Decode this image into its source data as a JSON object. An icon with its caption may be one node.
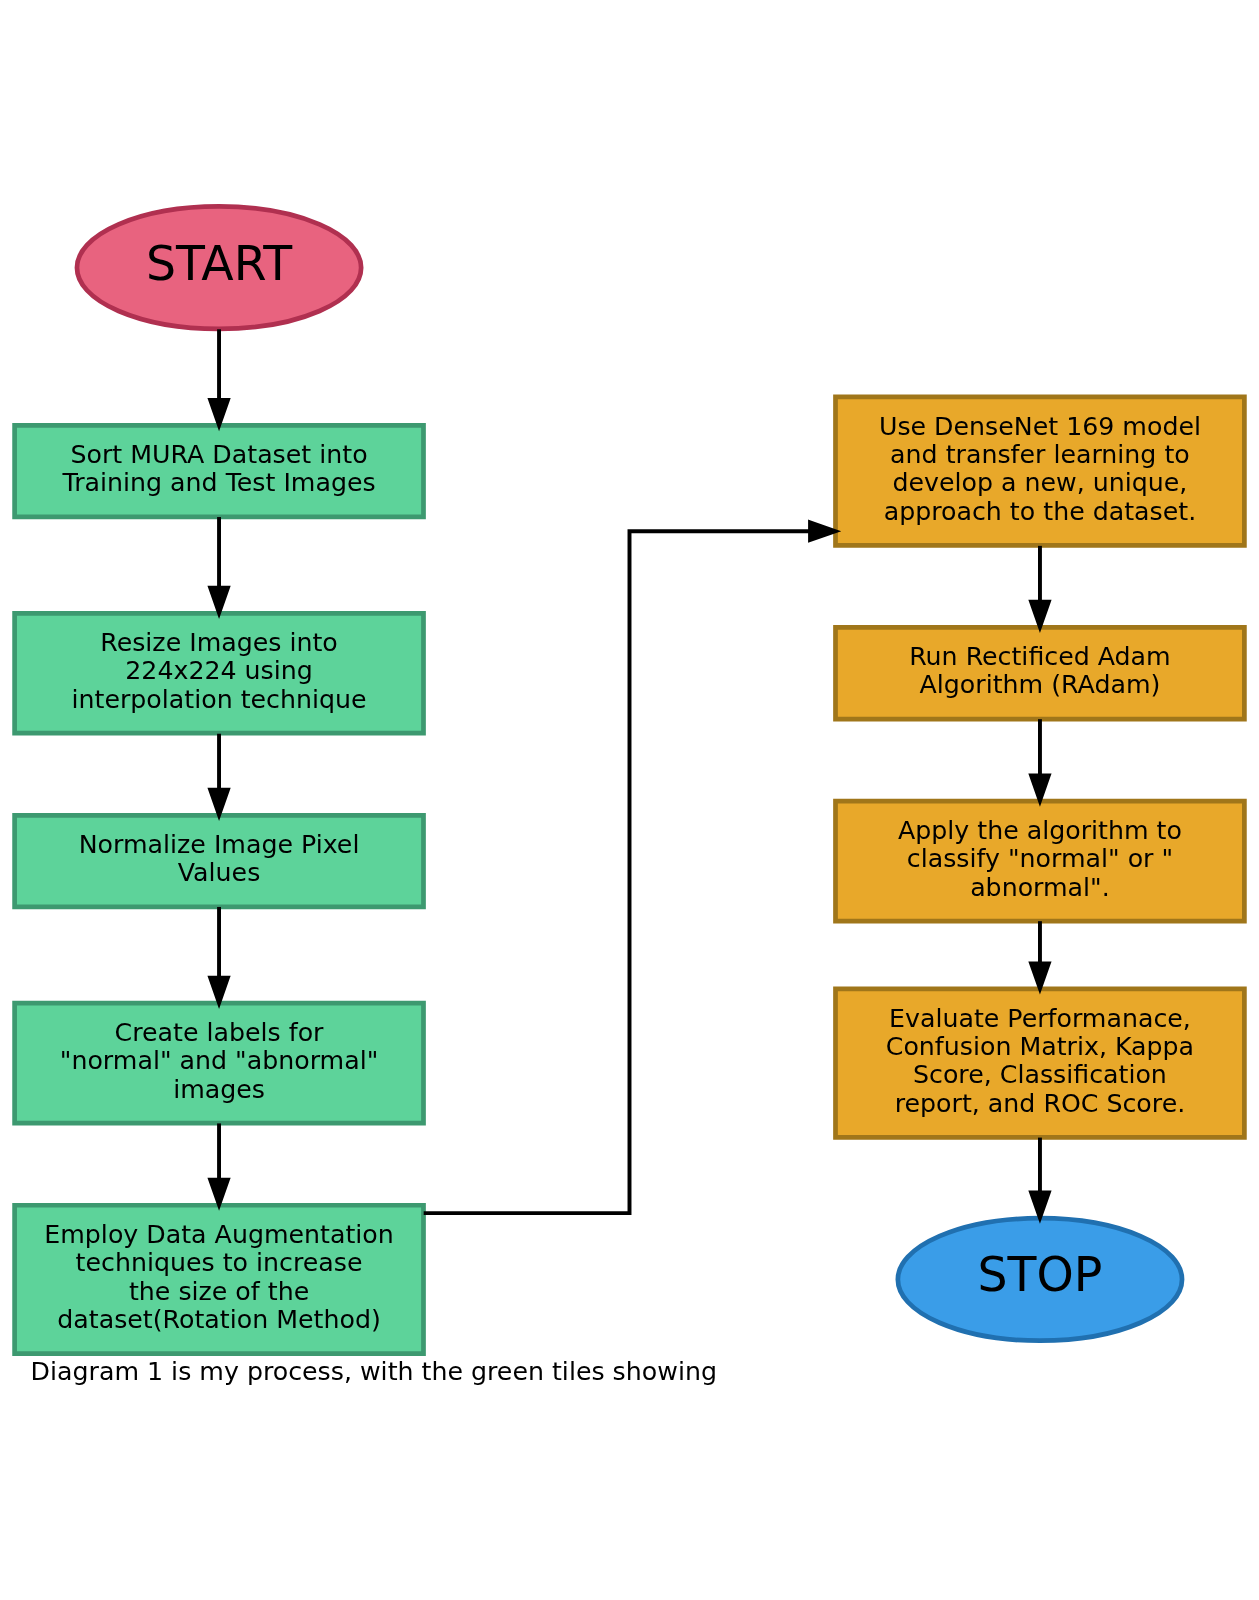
{
  "diagram": {
    "caption": "Diagram 1 is my process, with the green tiles showing",
    "nodes": [
      {
        "text": [
          "START"
        ]
      },
      {
        "text": [
          "Sort MURA Dataset into Training and Test Images"
        ]
      },
      {
        "text": [
          "Resize Images into 224x224 using interpolation technique"
        ]
      },
      {
        "text": [
          "Normalize Image Pixel Values"
        ]
      },
      {
        "text": [
          "Create labels for \"normal\" and \"abnormal\" images"
        ]
      },
      {
        "text": [
          "Employ Data Augmentation techniques to increase the size of the dataset(Rotation Method)"
        ]
      },
      {
        "text": [
          "Use DenseNet 169 model and transfer learning to develop a new, unique, approach to the dataset."
        ]
      },
      {
        "text": [
          "Run Rectificed Adam Algorithm (RAdam)"
        ]
      },
      {
        "text": [
          "Apply the algorithm to classify \"normal\" or \" abnormal\"."
        ]
      },
      {
        "text": [
          "Evaluate Performanace, Confusion Matrix, Kappa Score, Classification report, and ROC Score."
        ]
      },
      {
        "text": [
          "STOP"
        ]
      }
    ],
    "edges": [
      {
        "from": 0,
        "to": 1,
        "arrow": "to"
      },
      {
        "from": 1,
        "to": 2,
        "arrow": "to"
      },
      {
        "from": 2,
        "to": 3,
        "arrow": "to"
      },
      {
        "from": 3,
        "to": 4,
        "arrow": "to"
      },
      {
        "from": 4,
        "to": 5,
        "arrow": "to"
      },
      {
        "from": 5,
        "to": 6,
        "arrow": "to"
      },
      {
        "from": 6,
        "to": 7,
        "arrow": "to"
      },
      {
        "from": 7,
        "to": 8,
        "arrow": "to"
      },
      {
        "from": 8,
        "to": 9,
        "arrow": "to"
      },
      {
        "from": 9,
        "to": 10,
        "arrow": "to"
      }
    ]
  }
}
